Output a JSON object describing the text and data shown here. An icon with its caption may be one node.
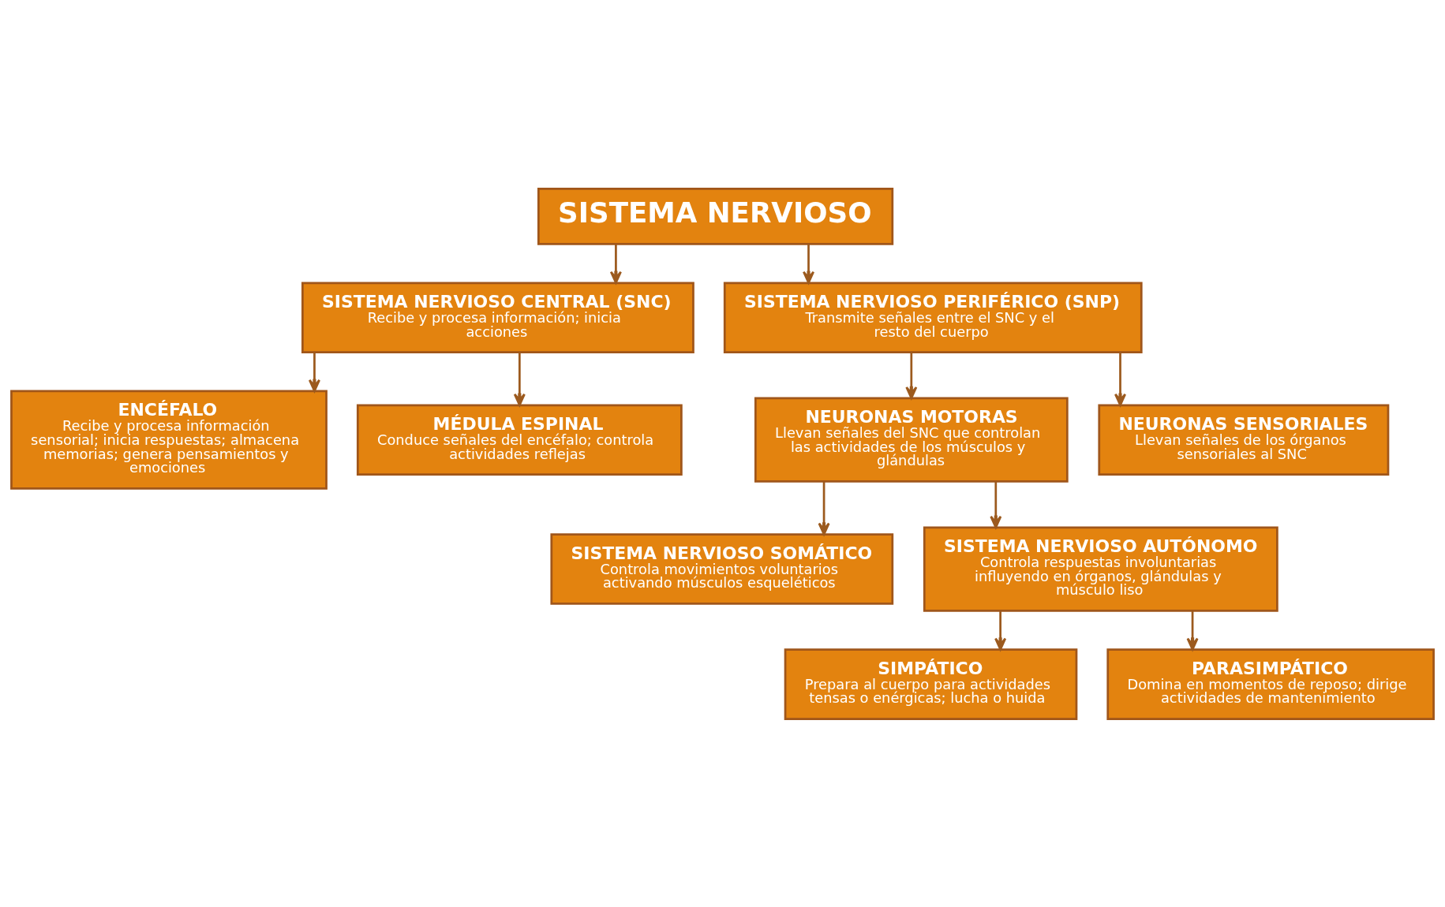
{
  "diagram": {
    "nodes": [
      {
        "text": [
          "SISTEMA NERVIOSO"
        ]
      },
      {
        "text": [
          "SISTEMA NERVIOSO CENTRAL (SNC)",
          "Recibe y procesa información; inicia acciones"
        ]
      },
      {
        "text": [
          "SISTEMA NERVIOSO PERIFÉRICO (SNP)",
          "Transmite señales entre el SNC y el resto del cuerpo"
        ]
      },
      {
        "text": [
          "ENCÉFALO",
          "Recibe y procesa información sensorial; inicia respuestas; almacena memorias; genera pensamientos y emociones"
        ]
      },
      {
        "text": [
          "MÉDULA ESPINAL",
          "Conduce señales del encéfalo; controla actividades reflejas"
        ]
      },
      {
        "text": [
          "NEURONAS MOTORAS",
          "Llevan señales del SNC que controlan las actividades de los músculos y glándulas"
        ]
      },
      {
        "text": [
          "NEURONAS SENSORIALES",
          "Llevan señales de los órganos sensoriales al SNC"
        ]
      },
      {
        "text": [
          "SISTEMA NERVIOSO SOMÁTICO",
          "Controla movimientos voluntarios activando músculos esqueléticos"
        ]
      },
      {
        "text": [
          "SISTEMA NERVIOSO AUTÓNOMO",
          "Controla respuestas involuntarias influyendo en órganos, glándulas y músculo liso"
        ]
      },
      {
        "text": [
          "SIMPÁTICO",
          "Prepara al cuerpo para actividades tensas o enérgicas; lucha o huida"
        ]
      },
      {
        "text": [
          "PARASIMPÁTICO",
          "Domina en momentos de reposo; dirige actividades de mantenimiento"
        ]
      }
    ],
    "edges": [
      {
        "from": 0,
        "to": 1,
        "arrow": "to"
      },
      {
        "from": 0,
        "to": 2,
        "arrow": "to"
      },
      {
        "from": 1,
        "to": 3,
        "arrow": "to"
      },
      {
        "from": 1,
        "to": 4,
        "arrow": "to"
      },
      {
        "from": 2,
        "to": 5,
        "arrow": "to"
      },
      {
        "from": 2,
        "to": 6,
        "arrow": "to"
      },
      {
        "from": 5,
        "to": 7,
        "arrow": "to"
      },
      {
        "from": 5,
        "to": 8,
        "arrow": "to"
      },
      {
        "from": 8,
        "to": 9,
        "arrow": "to"
      },
      {
        "from": 8,
        "to": 10,
        "arrow": "to"
      }
    ]
  }
}
